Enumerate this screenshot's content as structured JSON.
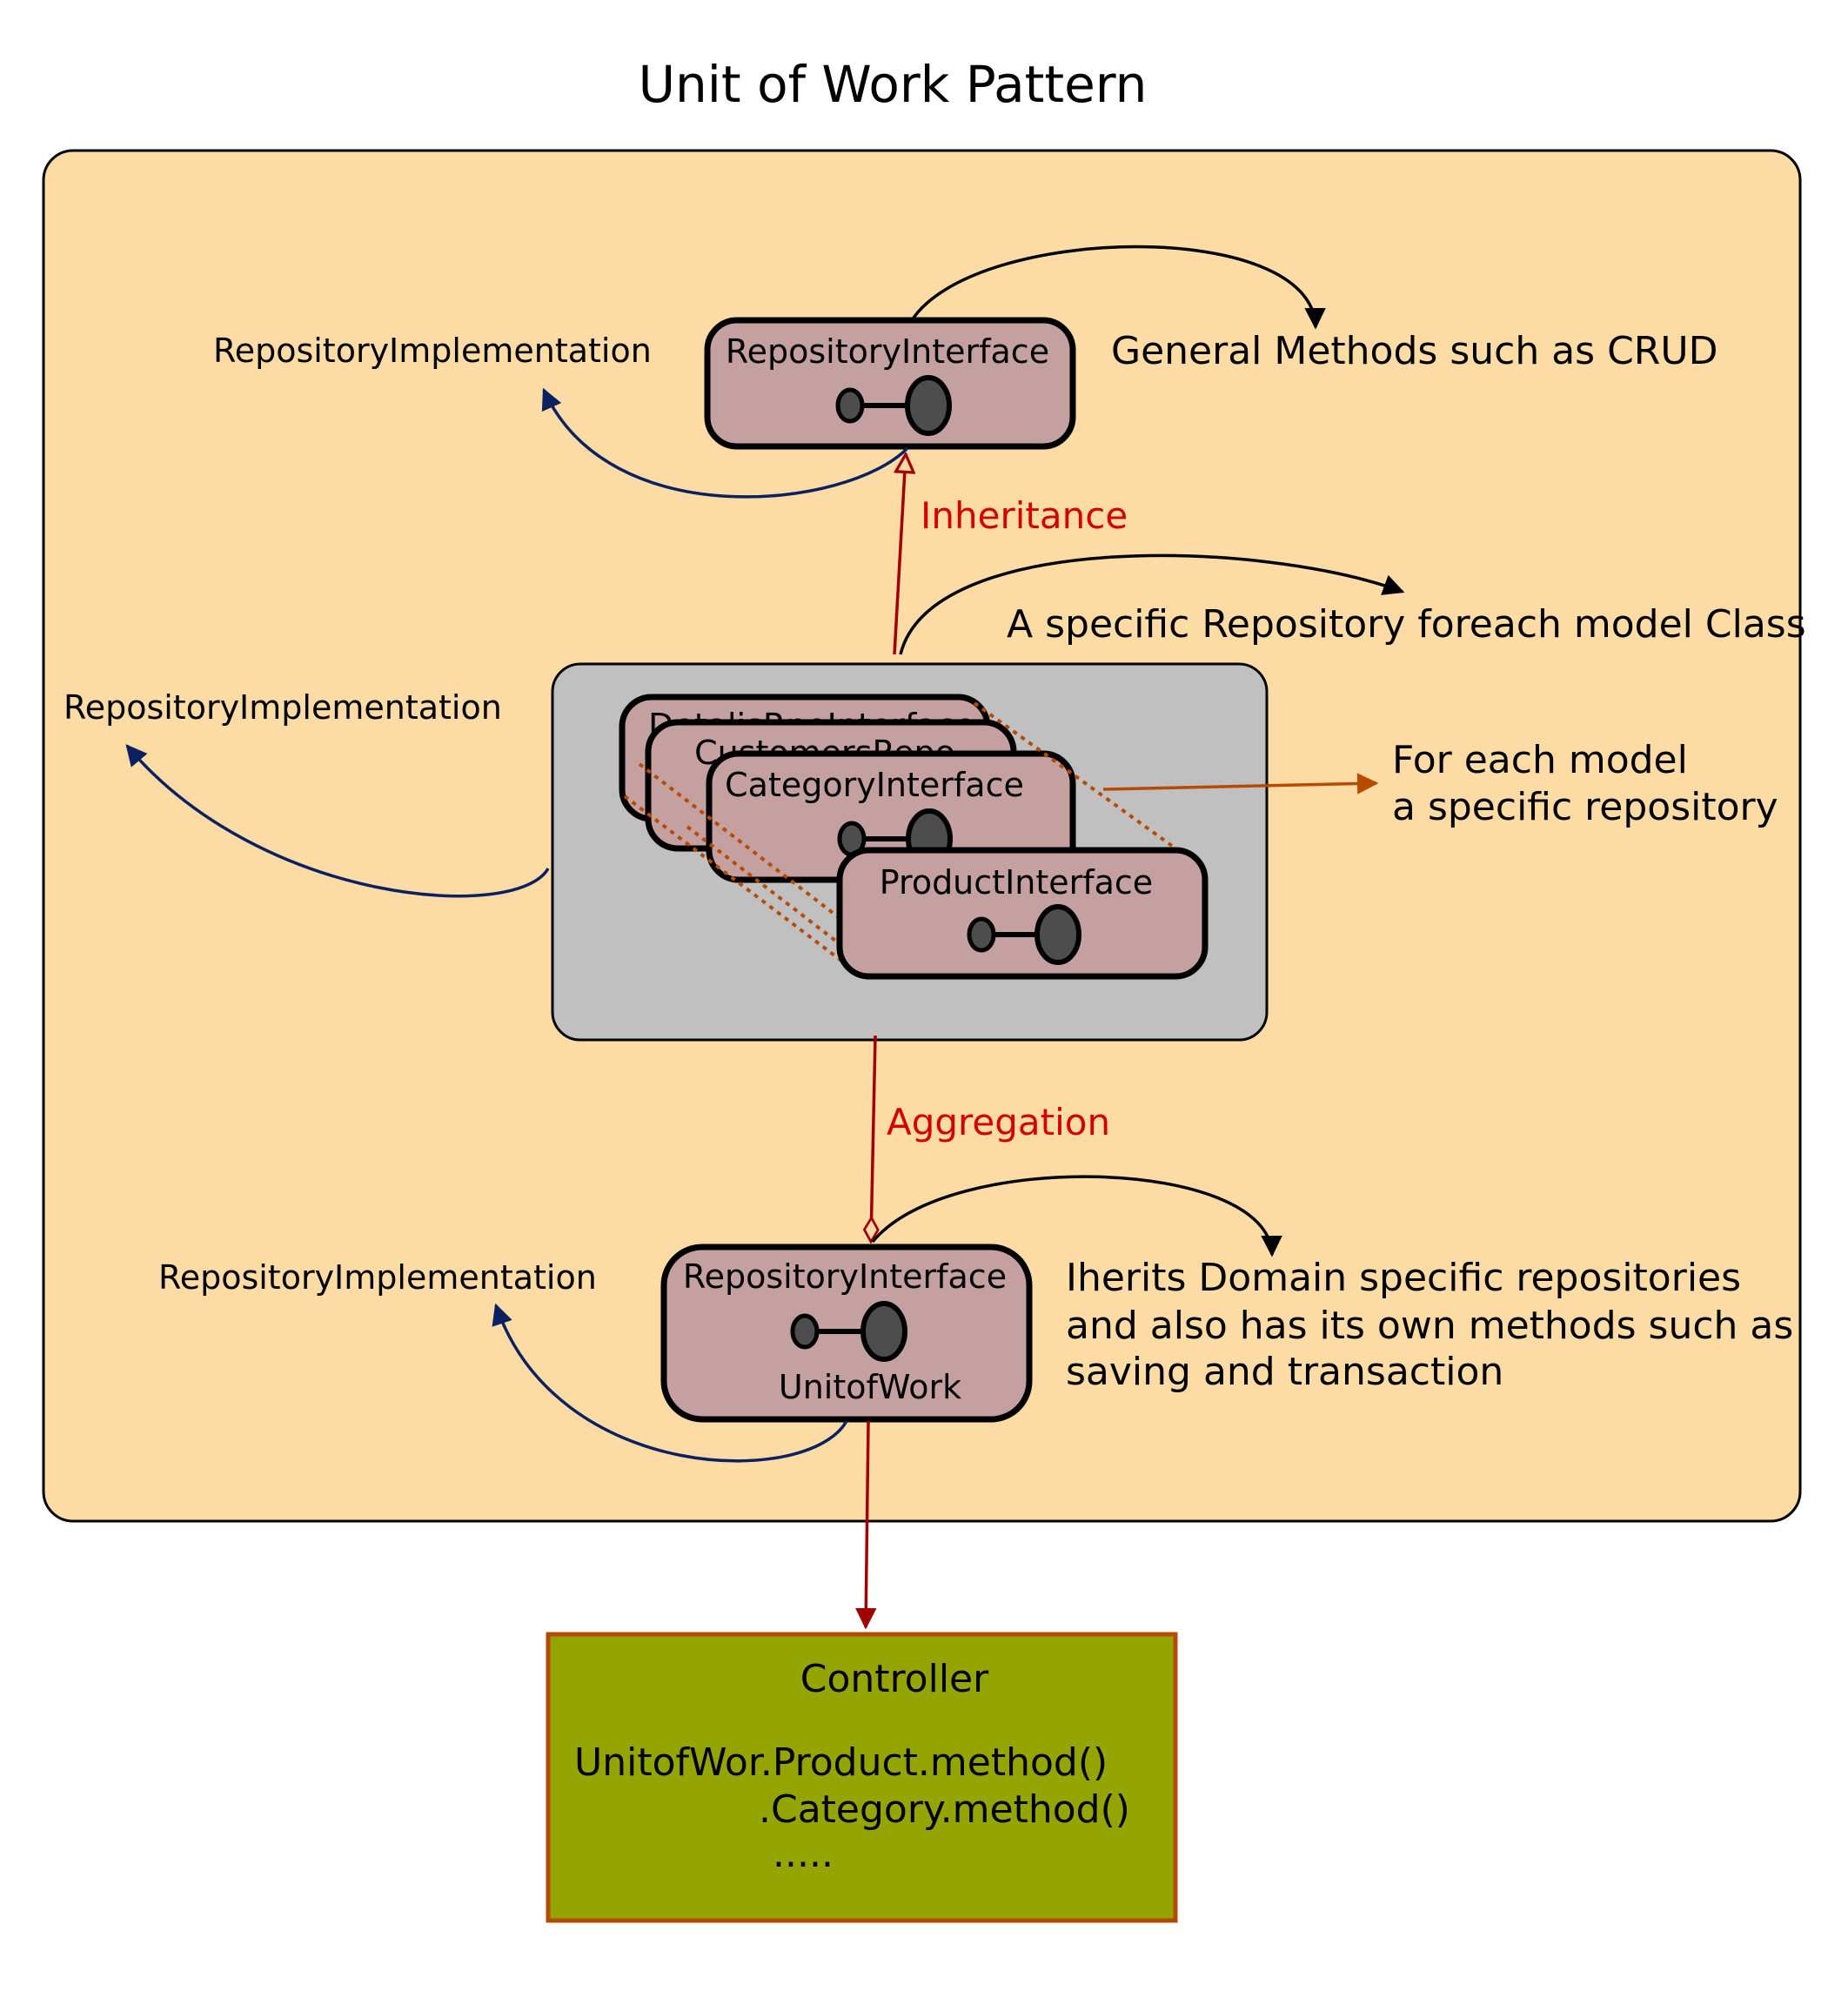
{
  "title": "Unit of Work Pattern",
  "top_interface": {
    "label": "RepositoryInterface",
    "implementation_label": "RepositoryImplementation",
    "note": "General Methods such as CRUD"
  },
  "inheritance_label": "Inheritance",
  "specific_note": "A specific Repository foreach model Class",
  "middle_group": {
    "implementation_label": "RepositoryImplementation",
    "stack": {
      "back1": "DetalisRpoInterface",
      "back2": "CustomersRepo",
      "category": "CategoryInterface",
      "product": "ProductInterface"
    },
    "note_line1": "For each model",
    "note_line2": "a specific repository"
  },
  "aggregation_label": "Aggregation",
  "unit_of_work": {
    "label": "RepositoryInterface",
    "sublabel": "UnitofWork",
    "implementation_label": "RepositoryImplementation",
    "note_line1": "Iherits Domain specific repositories",
    "note_line2": "and also has its own methods such as",
    "note_line3": "saving and transaction"
  },
  "controller": {
    "title": "Controller",
    "line1": "UnitofWor.Product.method()",
    "line2": ".Category.method()",
    "line3": "....."
  },
  "colors": {
    "outer_fill": "#fcdca4",
    "component_fill": "#c4a0a0",
    "group_fill": "#c0c0c0",
    "controller_fill": "#94a400",
    "controller_border": "#b24b00",
    "relation_red": "#a00000",
    "label_red": "#d40000",
    "navy": "#0a2060",
    "orange": "#b84a00"
  }
}
